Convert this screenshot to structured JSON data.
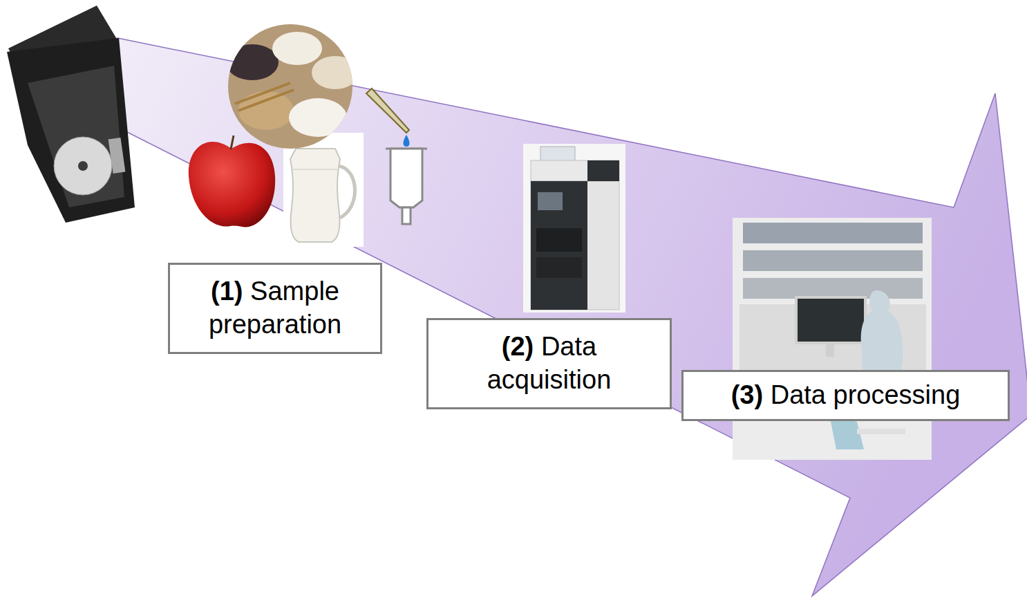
{
  "diagram": {
    "nodes": [
      {
        "text": [
          "(1)",
          "Sample preparation"
        ]
      },
      {
        "text": [
          "(2)",
          "Data acquisition"
        ]
      },
      {
        "text": [
          "(3)",
          "Data processing"
        ]
      }
    ]
  }
}
